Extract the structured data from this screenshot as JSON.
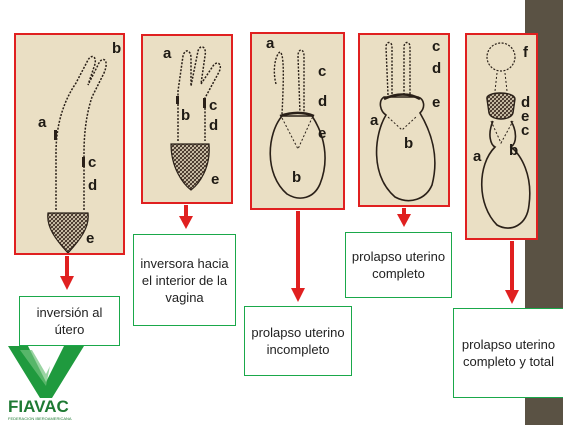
{
  "panels": [
    {
      "labels": {
        "b": "b",
        "a": "a",
        "c": "c",
        "d": "d",
        "e": "e"
      },
      "caption": "inversión al útero"
    },
    {
      "labels": {
        "a": "a",
        "b": "b",
        "c": "c",
        "d": "d",
        "e": "e"
      },
      "caption": "inversora hacia el interior de la vagina"
    },
    {
      "labels": {
        "a": "a",
        "c": "c",
        "d": "d",
        "e": "e",
        "b": "b"
      },
      "caption": "prolapso uterino incompleto"
    },
    {
      "labels": {
        "c": "c",
        "d": "d",
        "e": "e",
        "a": "a",
        "b": "b"
      },
      "caption": "prolapso uterino completo"
    },
    {
      "labels": {
        "f": "f",
        "d": "d",
        "e": "e",
        "c": "c",
        "a": "a",
        "b": "b"
      },
      "caption": "prolapso uterino completo y total"
    }
  ],
  "logo": {
    "name": "FIAVAC",
    "subtitle": "FEDERACION IBEROAMERICANA DE ASOCIACIONES VETERINARIAS"
  },
  "colors": {
    "arrow": "#e02020",
    "panel_border": "#e02020",
    "caption_border": "#1aa84a",
    "logo_green": "#1f9a3e"
  }
}
